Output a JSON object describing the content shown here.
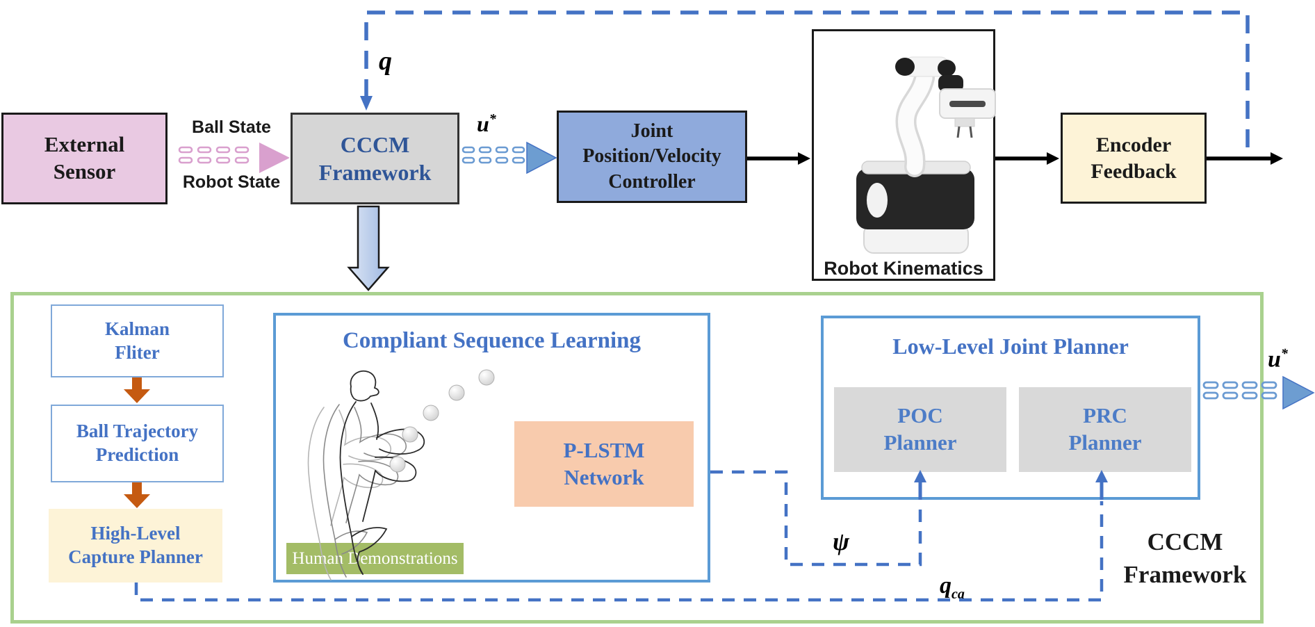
{
  "top_row": {
    "external_sensor": {
      "label": "External\nSensor"
    },
    "signals": {
      "ball_state": "Ball State",
      "robot_state": "Robot State"
    },
    "cccm_box": {
      "label": "CCCM\nFramework"
    },
    "q_label": "q",
    "u_star_top": {
      "base": "u",
      "sup": "*"
    },
    "joint_controller": {
      "label": "Joint\nPosition/Velocity\nController"
    },
    "robot": {
      "caption": "Robot Kinematics"
    },
    "encoder": {
      "label": "Encoder\nFeedback"
    }
  },
  "framework_panel": {
    "kalman": {
      "label": "Kalman\nFliter"
    },
    "ball_trajectory": {
      "label": "Ball Trajectory\nPrediction"
    },
    "capture_planner": {
      "label": "High-Level\nCapture Planner"
    },
    "sequence_learning": {
      "title": "Compliant Sequence Learning",
      "plstm": {
        "label": "P-LSTM\nNetwork"
      },
      "human_demos": {
        "label": "Human Demonstrations"
      }
    },
    "joint_planner": {
      "title": "Low-Level Joint Planner",
      "poc": {
        "label": "POC\nPlanner"
      },
      "prc": {
        "label": "PRC\nPlanner"
      }
    },
    "psi_label": "ψ",
    "q_ca": {
      "base": "q",
      "sub": "ca"
    },
    "u_star_out": {
      "base": "u",
      "sup": "*"
    },
    "framework_label": "CCCM\nFramework"
  },
  "colors": {
    "accent_blue": "#4472C4",
    "steel_blue": "#5B9BD5",
    "box_text_blue": "#2F5597",
    "pink_fill": "#E9C9E2",
    "pink_arrow": "#D9A0CE",
    "gray_fill": "#D6D6D6",
    "light_gray_fill": "#D9D9D9",
    "cream_fill": "#FDF3D7",
    "blue_fill": "#8FAADC",
    "orange_fill": "#F8CBAD",
    "green_border": "#A9D18E",
    "olive_fill": "#A3BC66",
    "orange_arrow": "#C55A11"
  }
}
